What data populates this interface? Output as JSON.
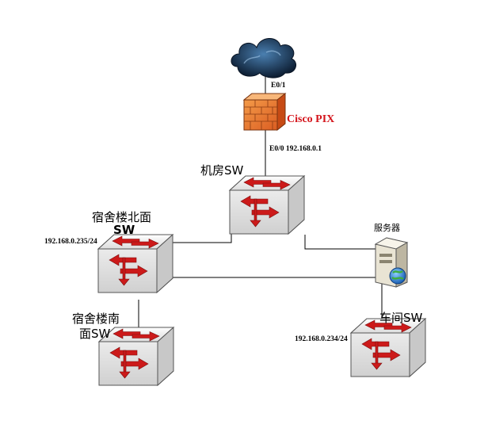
{
  "cloud": {
    "icon": "cloud-icon"
  },
  "firewall": {
    "icon": "firewall-icon",
    "label": "Cisco PIX",
    "label_color": "#d4141b"
  },
  "ports": {
    "top": "E0/1",
    "bottom": "E0/0 192.168.0.1"
  },
  "nodes": {
    "core_switch": {
      "label": "机房SW",
      "icon": "switch-icon"
    },
    "north_switch": {
      "label_line1": "宿舍楼北面",
      "label_line2": "SW",
      "ip": "192.168.0.235/24",
      "icon": "switch-icon"
    },
    "south_switch": {
      "label_line1": "宿舍楼南",
      "label_line2": "面SW",
      "icon": "switch-icon"
    },
    "workshop_switch": {
      "label": "车间SW",
      "ip": "192.168.0.234/24",
      "icon": "switch-icon"
    },
    "server": {
      "label": "服务器",
      "icon": "server-icon"
    }
  },
  "colors": {
    "switch_face": "#efefef",
    "arrow": "#cc1a1a",
    "cloud": "#1e3a5f",
    "brick": "#e8702a"
  }
}
